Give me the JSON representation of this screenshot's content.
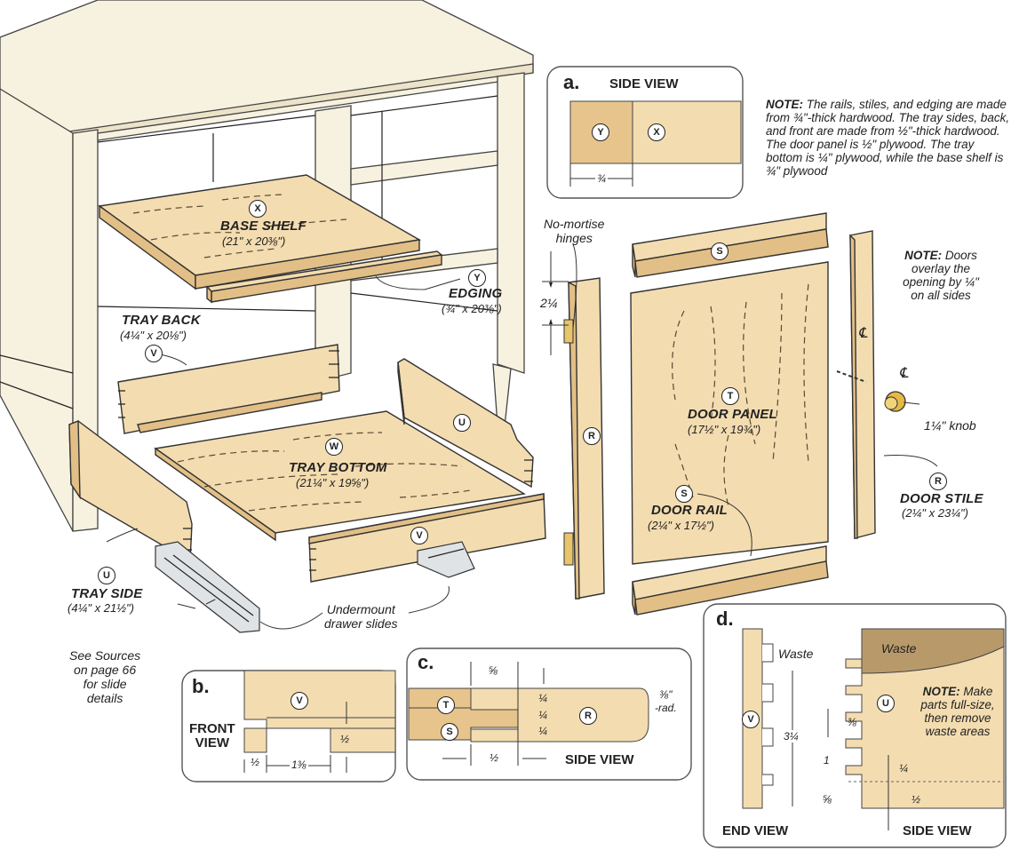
{
  "parts": {
    "base_shelf": {
      "tag": "X",
      "name": "BASE SHELF",
      "size": "(21\" x 20⅜\")"
    },
    "edging": {
      "tag": "Y",
      "name": "EDGING",
      "size": "(¾\" x 20⅜\")"
    },
    "tray_back": {
      "tag": "V",
      "name": "TRAY BACK",
      "size": "(4¼\" x 20⅛\")"
    },
    "tray_bottom": {
      "tag": "W",
      "name": "TRAY BOTTOM",
      "size": "(21¼\" x 19⅝\")"
    },
    "tray_side": {
      "tag": "U",
      "name": "TRAY SIDE",
      "size": "(4¼\" x 21½\")"
    },
    "tray_front_tag": "V",
    "door_panel": {
      "tag": "T",
      "name": "DOOR PANEL",
      "size": "(17½\" x 19¾\")"
    },
    "door_rail": {
      "tag": "S",
      "name": "DOOR RAIL",
      "size": "(2¼\" x 17½\")"
    },
    "door_stile": {
      "tag": "R",
      "name": "DOOR STILE",
      "size": "(2¼\" x 23¼\")"
    },
    "left_stile_tag": "R",
    "top_rail_tag": "S"
  },
  "callouts": {
    "hinges": "No-mortise\nhinges",
    "hinge_dim": "2¼",
    "knob": "1¼\" knob",
    "slides": "Undermount\ndrawer slides",
    "sources": "See Sources\non page 66\nfor slide\ndetails",
    "centerline": "℄"
  },
  "notes": {
    "material_label": "NOTE:",
    "material_text": " The rails, stiles, and edging are made from ¾\"-thick hardwood. The tray sides, back, and front are made from ½\"-thick hardwood. The door panel is ½\" plywood. The tray bottom is ¼\" plywood, while the base shelf is ¾\" plywood",
    "overlay_label": "NOTE:",
    "overlay_text": " Doors overlay the opening by ¼\" on all sides"
  },
  "detail_a": {
    "letter": "a.",
    "title": "SIDE VIEW",
    "tag_y": "Y",
    "tag_x": "X",
    "dim": "¾"
  },
  "detail_b": {
    "letter": "b.",
    "title": "FRONT\nVIEW",
    "tag": "V",
    "dim_half": "½",
    "dim_width": "1⅜",
    "dim_height": "½"
  },
  "detail_c": {
    "letter": "c.",
    "title": "SIDE VIEW",
    "tag_t": "T",
    "tag_s": "S",
    "tag_r": "R",
    "dim_top": "⅝",
    "dim_q1": "¼",
    "dim_q2": "¼",
    "dim_q3": "¼",
    "dim_bottom": "½",
    "radius": "⅜\"\n-rad."
  },
  "detail_d": {
    "letter": "d.",
    "end_view": "END VIEW",
    "side_view": "SIDE VIEW",
    "waste_left": "Waste",
    "waste_right": "Waste",
    "tag_v": "V",
    "tag_u": "U",
    "dim_total": "3¼",
    "dim_38": "⅜",
    "dim_1": "1",
    "dim_14": "¼",
    "dim_58": "⅝",
    "dim_12": "½",
    "note_label": "NOTE:",
    "note_text": " Make parts full-size, then remove waste areas"
  }
}
